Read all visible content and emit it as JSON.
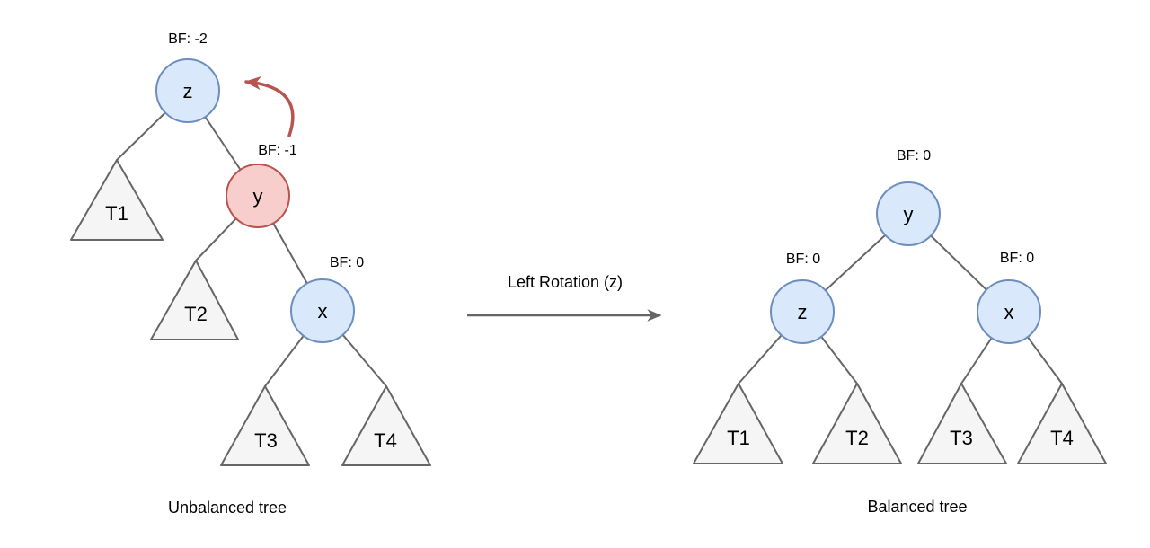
{
  "diagram": {
    "rotation_label": "Left Rotation (z)",
    "unbalanced": {
      "caption": "Unbalanced tree",
      "node_z": {
        "label": "z",
        "bf": "BF: -2"
      },
      "node_y": {
        "label": "y",
        "bf": "BF: -1"
      },
      "node_x": {
        "label": "x",
        "bf": "BF: 0"
      },
      "subtree_t1": "T1",
      "subtree_t2": "T2",
      "subtree_t3": "T3",
      "subtree_t4": "T4"
    },
    "balanced": {
      "caption": "Balanced tree",
      "node_y": {
        "label": "y",
        "bf": "BF: 0"
      },
      "node_z": {
        "label": "z",
        "bf": "BF: 0"
      },
      "node_x": {
        "label": "x",
        "bf": "BF: 0"
      },
      "subtree_t1": "T1",
      "subtree_t2": "T2",
      "subtree_t3": "T3",
      "subtree_t4": "T4"
    },
    "colors": {
      "node_fill_blue": "#dae8fc",
      "node_stroke_blue": "#6c8ebf",
      "node_fill_red": "#f8cecc",
      "node_stroke_red": "#b85450",
      "subtree_fill": "#f5f5f5",
      "subtree_stroke": "#666666",
      "edge": "#666666",
      "rotation_arrow": "#b85450",
      "text": "#000000"
    }
  }
}
